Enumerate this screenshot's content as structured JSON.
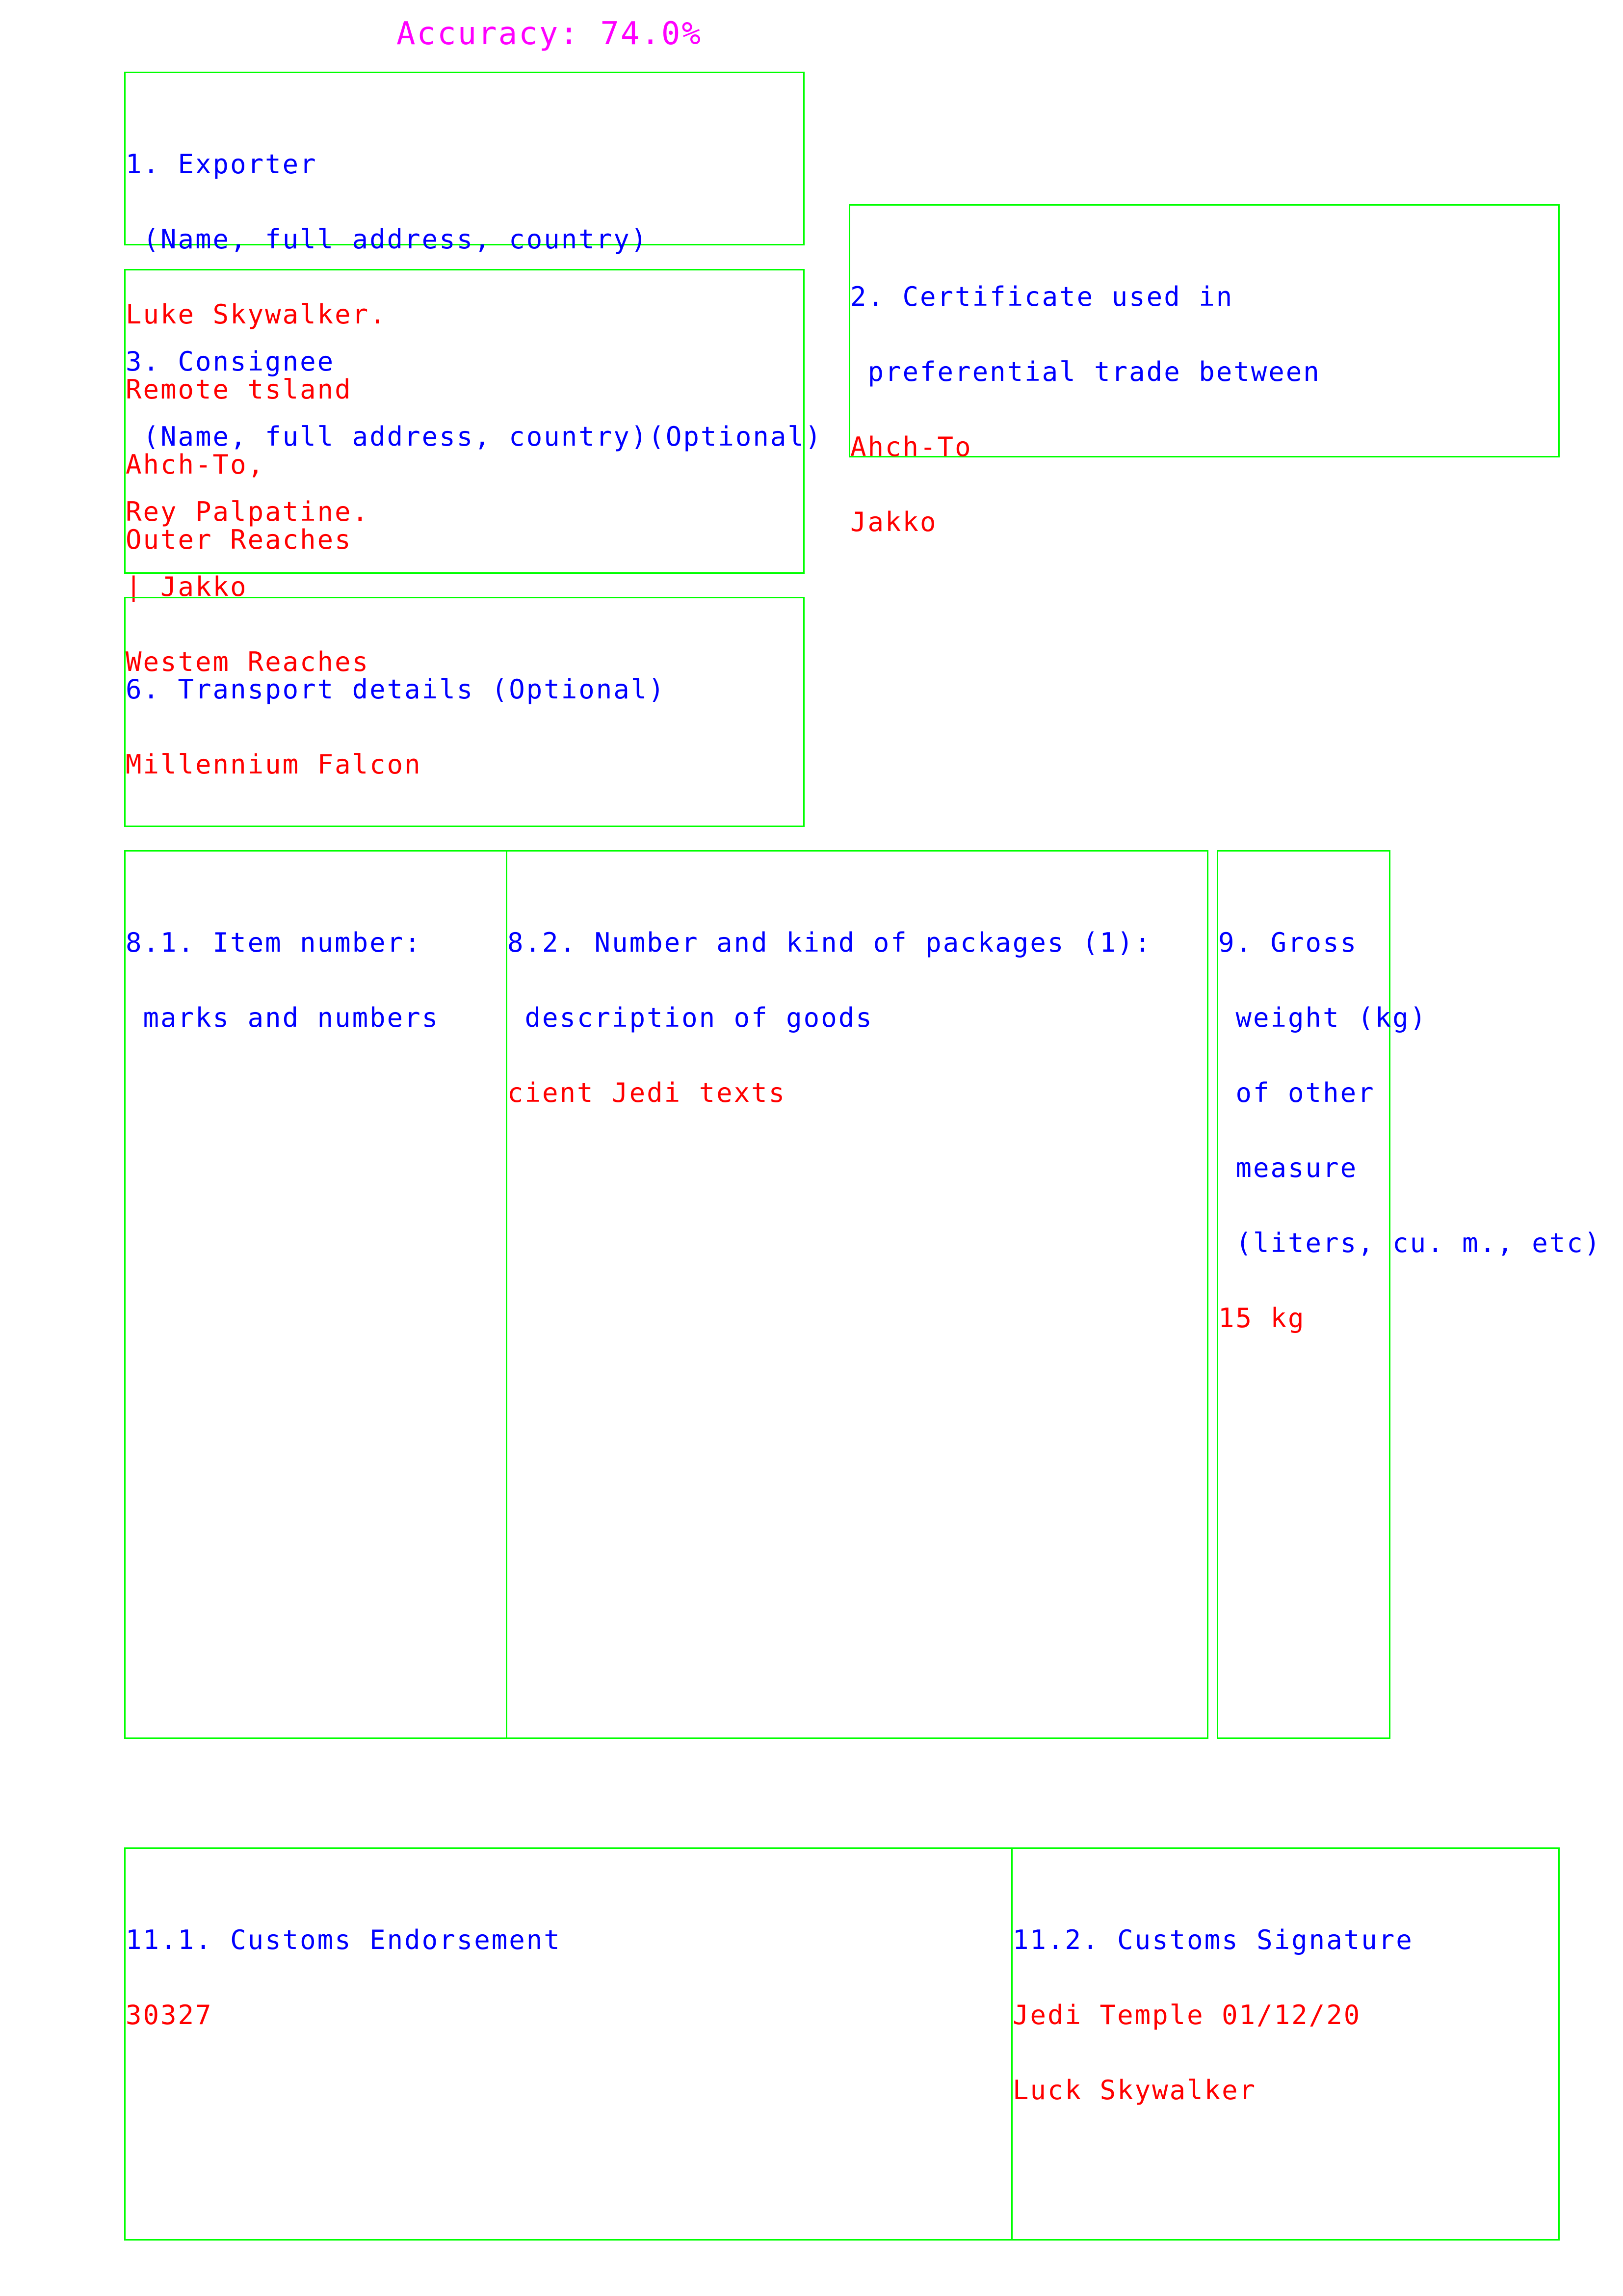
{
  "accuracy": "Accuracy: 74.0%",
  "fields": {
    "exporter": {
      "label": [
        "1. Exporter",
        " (Name, full address, country)"
      ],
      "value": [
        "Luke Skywalker.",
        "Remote tsland",
        "Ahch-To,",
        "Outer Reaches"
      ]
    },
    "certificate": {
      "label": [
        "2. Certificate used in",
        " preferential trade between"
      ],
      "value": [
        "Ahch-To",
        "Jakko"
      ]
    },
    "consignee": {
      "label": [
        "3. Consignee",
        " (Name, full address, country)(Optional)"
      ],
      "value": [
        "Rey Palpatine.",
        "| Jakko",
        "Westem Reaches"
      ]
    },
    "transport": {
      "label": [
        "6. Transport details (Optional)"
      ],
      "value": [
        "Millennium Falcon"
      ]
    },
    "item_number": {
      "label": [
        "8.1. Item number:",
        " marks and numbers"
      ],
      "value": []
    },
    "packages": {
      "label": [
        "8.2. Number and kind of packages (1):",
        " description of goods"
      ],
      "value": [
        "cient Jedi texts"
      ]
    },
    "gross_weight": {
      "label": [
        "9. Gross",
        " weight (kg)",
        " of other",
        " measure",
        " (liters, cu. m., etc)"
      ],
      "value": [
        "15 kg"
      ]
    },
    "customs_endorsement": {
      "label": [
        "11.1. Customs Endorsement"
      ],
      "value": [
        "30327"
      ]
    },
    "customs_signature": {
      "label": [
        "11.2. Customs Signature"
      ],
      "value": [
        "Jedi Temple 01/12/20",
        "Luck Skywalker"
      ]
    }
  }
}
